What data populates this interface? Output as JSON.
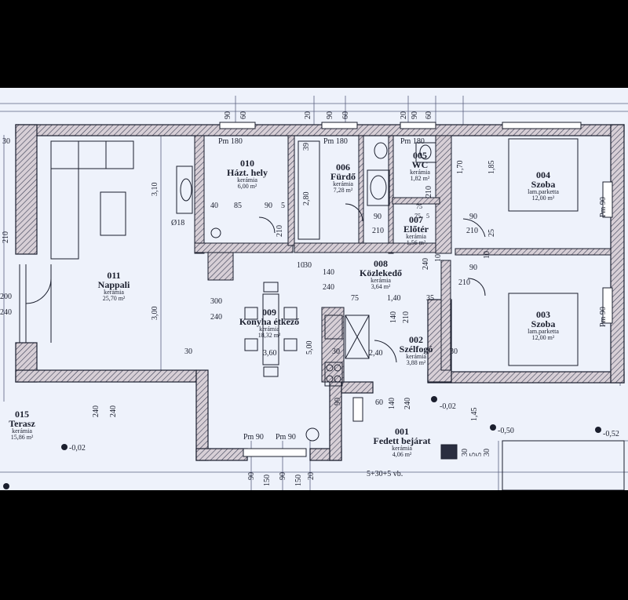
{
  "rooms": [
    {
      "id": "r010",
      "number": "010",
      "name": "Házt. hely",
      "finish": "kerámia",
      "area": "6,00 m²"
    },
    {
      "id": "r006",
      "number": "006",
      "name": "Fürdő",
      "finish": "kerámia",
      "area": "7,28 m²"
    },
    {
      "id": "r005",
      "number": "005",
      "name": "WC",
      "finish": "kerámia",
      "area": "1,82 m²"
    },
    {
      "id": "r004",
      "number": "004",
      "name": "Szoba",
      "finish": "lam.parketta",
      "area": "12,00 m²"
    },
    {
      "id": "r011",
      "number": "011",
      "name": "Nappali",
      "finish": "kerámia",
      "area": "25,70 m²"
    },
    {
      "id": "r007",
      "number": "007",
      "name": "Előtér",
      "finish": "kerámia",
      "area": "1,56 m²"
    },
    {
      "id": "r008",
      "number": "008",
      "name": "Közlekedő",
      "finish": "kerámia",
      "area": "3,64 m²"
    },
    {
      "id": "r009",
      "number": "009",
      "name": "Konyha étkező",
      "finish": "kerámia",
      "area": "18,32 m²"
    },
    {
      "id": "r003",
      "number": "003",
      "name": "Szoba",
      "finish": "lam.parketta",
      "area": "12,00 m²"
    },
    {
      "id": "r002",
      "number": "002",
      "name": "Szélfogó",
      "finish": "kerámia",
      "area": "3,88 m²"
    },
    {
      "id": "r015",
      "number": "015",
      "name": "Terasz",
      "finish": "kerámia",
      "area": "15,86 m²"
    },
    {
      "id": "r001",
      "number": "001",
      "name": "Fedett bejárat",
      "finish": "kerámia",
      "area": "4,06 m²"
    }
  ],
  "window_labels": {
    "w1": "Pm 180",
    "w2": "Pm 180",
    "w3": "Pm 180",
    "w4": "Pm 90",
    "w5": "Pm 90",
    "w6": "Pm 90",
    "w7": "Pm 90"
  },
  "dimensions": {
    "top_90a": "90",
    "top_60a": "60",
    "top_20a": "20",
    "top_90b": "90",
    "top_60b": "60",
    "top_20b": "20",
    "top_90c": "90",
    "top_60c": "60",
    "d30a": "30",
    "d210a": "210",
    "d200": "200",
    "d240a": "240",
    "d310": "3,10",
    "d300v": "3,00",
    "d18": "Ø18",
    "d40": "40",
    "d85": "85",
    "d90a": "90",
    "d5a": "5",
    "d210b": "210",
    "d280": "2,80",
    "d10a": "10",
    "d30b": "30",
    "d39": "39",
    "d75a": "75",
    "d210c": "210",
    "d75b": "75",
    "d5b": "5",
    "d90b": "90",
    "d210d": "210",
    "d90c": "90",
    "d210e": "210",
    "d170": "1,70",
    "d185": "1,85",
    "d25": "25",
    "d10b": "10",
    "d90d": "90",
    "d90e": "90",
    "d300": "300",
    "d240b": "240",
    "d140a": "140",
    "d240c": "240",
    "d30c": "30",
    "d240d": "240",
    "d10c": "10",
    "d75c": "75",
    "d140b": "1,40",
    "d35": "35",
    "d140c": "140",
    "d210f": "210",
    "d90f": "90",
    "d210g": "210",
    "d360": "3,60",
    "d500": "5,00",
    "d30d": "30",
    "d240e": "2,40",
    "d30e": "30",
    "d90g": "90",
    "d60": "60",
    "d140d": "140",
    "d240f": "240",
    "d240g": "240",
    "d240h": "240",
    "d002": "-0,02",
    "d002b": "-0,02",
    "d050": "-0,50",
    "d052": "-0,52",
    "d145": "1,45",
    "d30f": "30",
    "d5c": "5",
    "d5d": "5",
    "d30g": "30",
    "b90a": "90",
    "b150a": "150",
    "b90b": "90",
    "b150b": "150",
    "b20": "20",
    "stairs": "5+30+5 vb."
  },
  "colors": {
    "paper": "#eef2fb",
    "ink": "#1b1f2e",
    "wall_hatch": "#b9aeb8"
  }
}
